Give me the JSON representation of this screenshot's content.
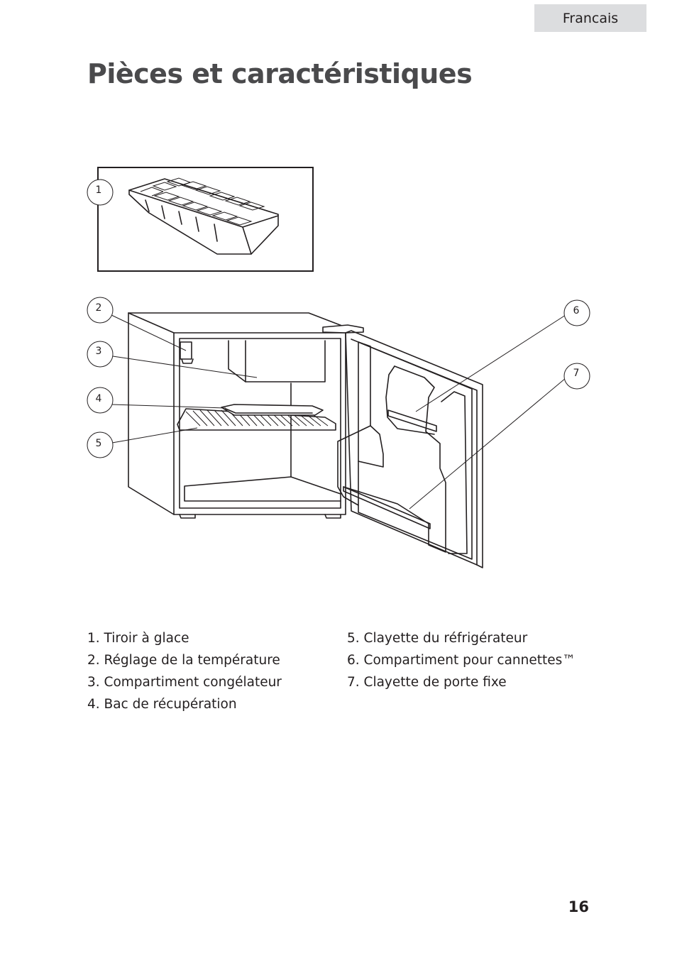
{
  "header": {
    "language_tab": "Francais"
  },
  "page_title": "Pièces et caractéristiques",
  "diagram": {
    "callouts": [
      "1",
      "2",
      "3",
      "4",
      "5",
      "6",
      "7"
    ]
  },
  "parts_list": {
    "left": [
      "1. Tiroir à glace",
      "2. Réglage de la température",
      "3. Compartiment congélateur",
      "4. Bac de récupération"
    ],
    "right": [
      "5. Clayette du réfrigérateur",
      "6. Compartiment pour cannettes™",
      "7. Clayette de porte fixe"
    ]
  },
  "footer": {
    "page_number": "16"
  }
}
